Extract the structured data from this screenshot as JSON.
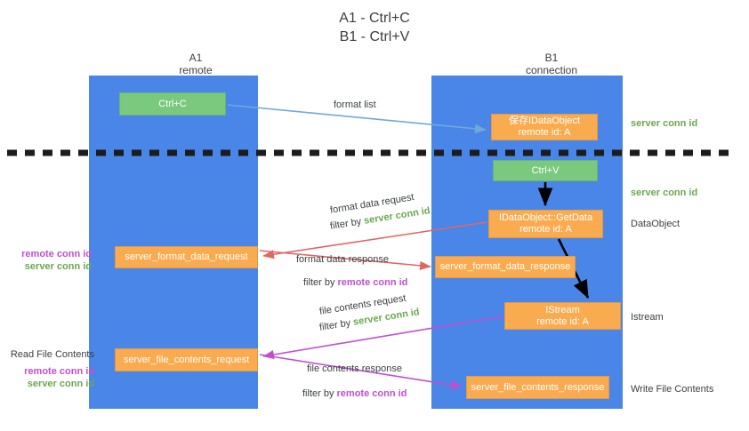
{
  "diagram": {
    "title": "A1 - Ctrl+C\nB1 - Ctrl+V",
    "colors": {
      "lane": "#4a86e8",
      "green_box": "#7ac97f",
      "orange_box": "#fbab4f",
      "server_conn_id": "#6aa84f",
      "remote_conn_id": "#c04fd0",
      "arrow_blue": "#6fa8dc",
      "arrow_red": "#e06666",
      "arrow_magenta": "#c04fd0",
      "arrow_black": "#000000",
      "divider": "#1c1c1c"
    },
    "columns": {
      "left": "A1\nremote",
      "right": "B1\nconnection"
    },
    "boxes": {
      "ctrl_c": "Ctrl+C",
      "save_idataobject": "保存IDataObject\nremote id: A",
      "ctrl_v": "Ctrl+V",
      "getdata": "IDataObject::GetData\nremote id: A",
      "server_format_data_request": "server_format_data_request",
      "server_format_data_response": "server_format_data_response",
      "istream": "IStream\nremote id: A",
      "server_file_contents_request": "server_file_contents_request",
      "server_file_contents_response": "server_file_contents_response"
    },
    "edge_labels": {
      "format_list": "format list",
      "format_data_request": "format data request",
      "format_data_response": "format data response",
      "file_contents_request": "file contents request",
      "file_contents_response": "file contents response",
      "filter_by": "filter by",
      "server_conn_id": "server conn id",
      "remote_conn_id": "remote conn id"
    },
    "right_annotations": {
      "server_conn_id_1": "server conn id",
      "server_conn_id_2": "server conn id",
      "dataobject": "DataObject",
      "istream": "Istream",
      "write_file_contents": "Write File Contents"
    },
    "left_annotations": {
      "remote_conn_id_1": "remote conn id",
      "server_conn_id_1": "server conn id",
      "read_file_contents": "Read File Contents",
      "remote_conn_id_2": "remote conn id",
      "server_conn_id_2": "server conn id"
    }
  }
}
